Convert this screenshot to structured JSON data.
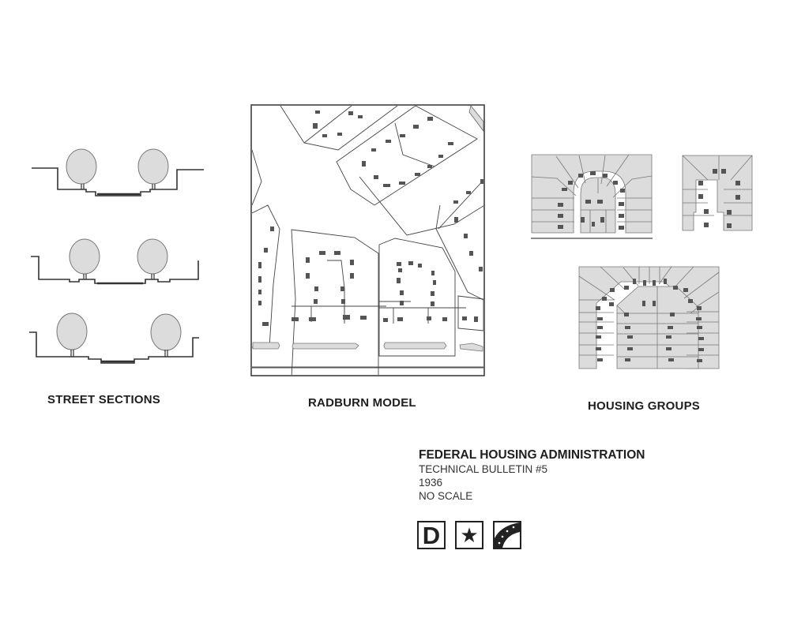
{
  "labels": {
    "street_sections": "STREET SECTIONS",
    "radburn_model": "RADBURN MODEL",
    "housing_groups": "HOUSING GROUPS"
  },
  "info": {
    "title": "FEDERAL HOUSING ADMINISTRATION",
    "bulletin": "TECHNICAL BULLETIN #5",
    "year": "1936",
    "scale": "NO SCALE"
  },
  "icons": {
    "d_letter": "D",
    "star": "★",
    "road": "road-icon"
  },
  "colors": {
    "ink": "#333333",
    "fill": "#dcdcdc",
    "house": "#555555"
  }
}
